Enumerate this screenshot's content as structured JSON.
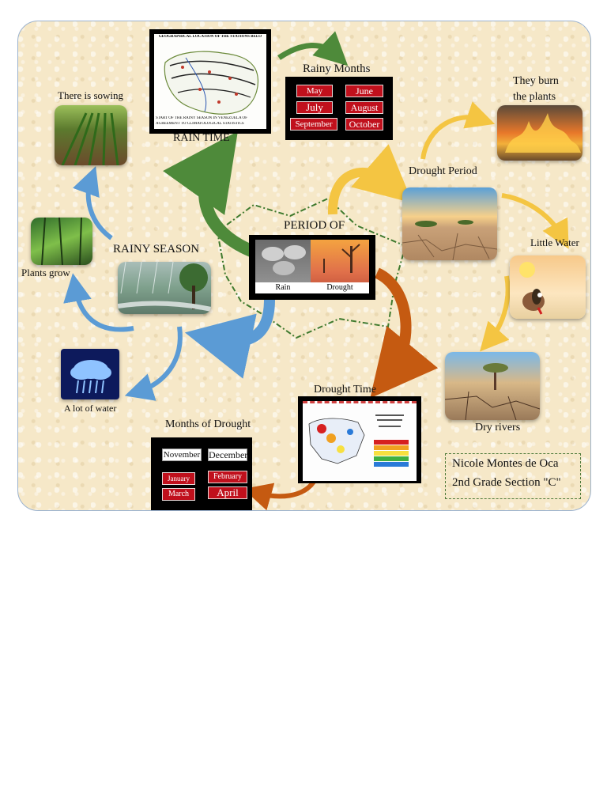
{
  "labels": {
    "rain_time": "RAIN TIME",
    "rainy_months": "Rainy Months",
    "there_is_sowing": "There is sowing",
    "rainy_season": "RAINY SEASON",
    "plants_grow": "Plants grow",
    "a_lot_of_water": "A lot of water",
    "period_of": "PERIOD OF",
    "drought_period": "Drought Period",
    "they_burn_1": "They burn",
    "they_burn_2": "the plants",
    "little_water": "Little Water",
    "dry_rivers": "Dry rivers",
    "drought_time": "Drought Time",
    "months_of_drought": "Months of Drought"
  },
  "center_image": {
    "left_caption": "Rain",
    "right_caption": "Drought"
  },
  "map_image": {
    "top_text": "GEOGRAPHICAL LOCATION OF THE STATIONS BELO",
    "bottom_text_1": "START OF THE RAINY SEASON IN VENEZUELA OF",
    "bottom_text_2": "AGREEMENT TO CLIMATOLOGICAL STATISTICS"
  },
  "rainy_months": [
    "May",
    "June",
    "July",
    "August",
    "September",
    "October"
  ],
  "drought_months": [
    "November",
    "December",
    "January",
    "February",
    "March",
    "April"
  ],
  "credit": {
    "line1": "Nicole Montes de Oca",
    "line2": "2nd Grade Section \"C\""
  },
  "colors": {
    "green_arrow": "#4e8a3a",
    "blue_arrow": "#5b9bd5",
    "yellow_arrow": "#f4c542",
    "orange_arrow": "#c55a11",
    "month_cell": "#c0101c"
  }
}
